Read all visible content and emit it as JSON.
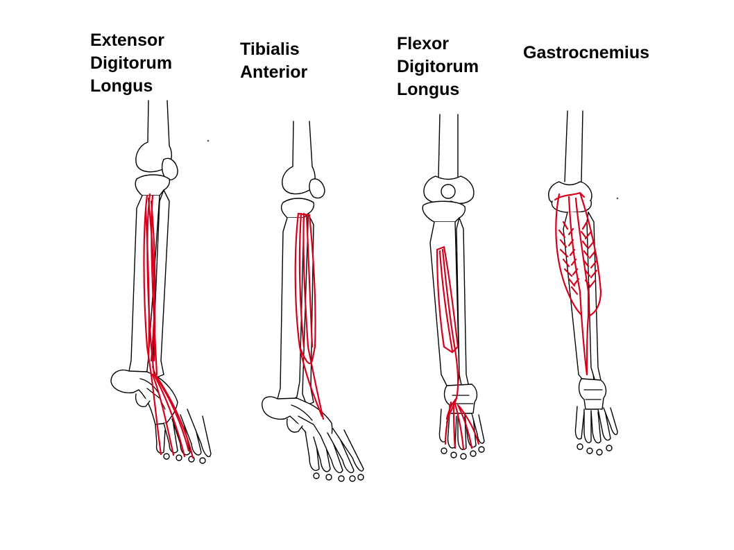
{
  "labels": {
    "edl": [
      "Extensor",
      "Digitorum",
      "Longus"
    ],
    "ta": [
      "Tibialis",
      "Anterior"
    ],
    "fdl": [
      "Flexor",
      "Digitorum",
      "Longus"
    ],
    "gas": [
      "Gastrocnemius"
    ]
  },
  "colors": {
    "muscle": "#d6001c",
    "bone_outline": "#000000",
    "background": "#ffffff"
  }
}
